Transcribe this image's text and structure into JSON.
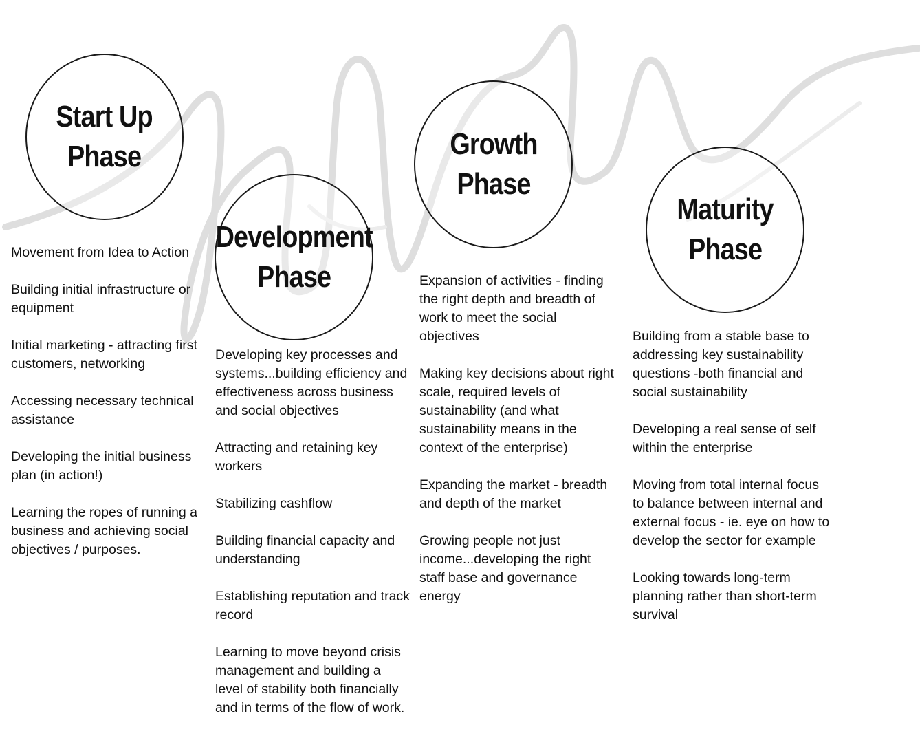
{
  "phases": [
    {
      "title": [
        "Start Up",
        "Phase"
      ],
      "items": [
        "Movement from Idea to Action",
        "Building initial infrastructure or equipment",
        "Initial marketing - attracting first customers, networking",
        "Accessing necessary technical assistance",
        "Developing the initial business plan (in action!)",
        "Learning the ropes of running a business and achieving social objectives / purposes."
      ]
    },
    {
      "title": [
        "Development",
        "Phase"
      ],
      "items": [
        "Developing key processes and systems...building efficiency and effectiveness across business and social objectives",
        "Attracting and retaining key workers",
        "Stabilizing cashflow",
        "Building financial capacity and understanding",
        "Establishing reputation and track record",
        "Learning to move beyond crisis management and building a level of stability both financially and in terms of the flow of work."
      ]
    },
    {
      "title": [
        "Growth",
        "Phase"
      ],
      "items": [
        "Expansion of activities - finding the right depth and breadth of work to meet the social objectives",
        "Making key decisions about right scale, required levels of sustainability (and what sustainability means in the context of the enterprise)",
        "Expanding the market - breadth and depth of the market",
        "Growing people not just income...developing the right staff base and governance energy"
      ]
    },
    {
      "title": [
        "Maturity",
        "Phase"
      ],
      "items": [
        "Building from a stable base to addressing key sustainability questions -both financial and social sustainability",
        "Developing a real sense of self within the enterprise",
        "Moving from total internal focus to balance between internal and external focus - ie. eye on how to develop the sector for example",
        "Looking towards long-term planning rather than short-term survival"
      ]
    }
  ]
}
